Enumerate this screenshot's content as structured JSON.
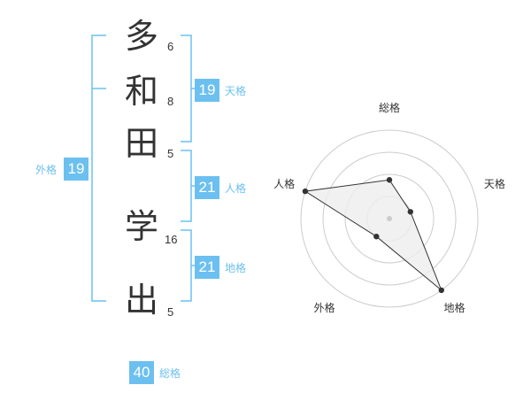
{
  "name": {
    "chars": [
      {
        "char": "多",
        "strokes": "6"
      },
      {
        "char": "和",
        "strokes": "8"
      },
      {
        "char": "田",
        "strokes": "5"
      },
      {
        "char": "学",
        "strokes": "16"
      },
      {
        "char": "出",
        "strokes": "5"
      }
    ]
  },
  "kakusu": {
    "tenkaku": {
      "value": "19",
      "label": "天格"
    },
    "jinkaku": {
      "value": "21",
      "label": "人格"
    },
    "chikaku": {
      "value": "21",
      "label": "地格"
    },
    "gaikaku": {
      "value": "19",
      "label": "外格"
    },
    "soukaku": {
      "value": "40",
      "label": "総格"
    }
  },
  "colors": {
    "accent": "#6cc0f0",
    "text": "#333333",
    "grid": "#cccccc",
    "fill": "#eeeeee"
  },
  "chart_data": {
    "type": "radar",
    "axes": [
      "総格",
      "天格",
      "地格",
      "外格",
      "人格"
    ],
    "max": 4,
    "rings": 4,
    "values": [
      1.75,
      1.0,
      4.0,
      1.0,
      4.0
    ]
  }
}
